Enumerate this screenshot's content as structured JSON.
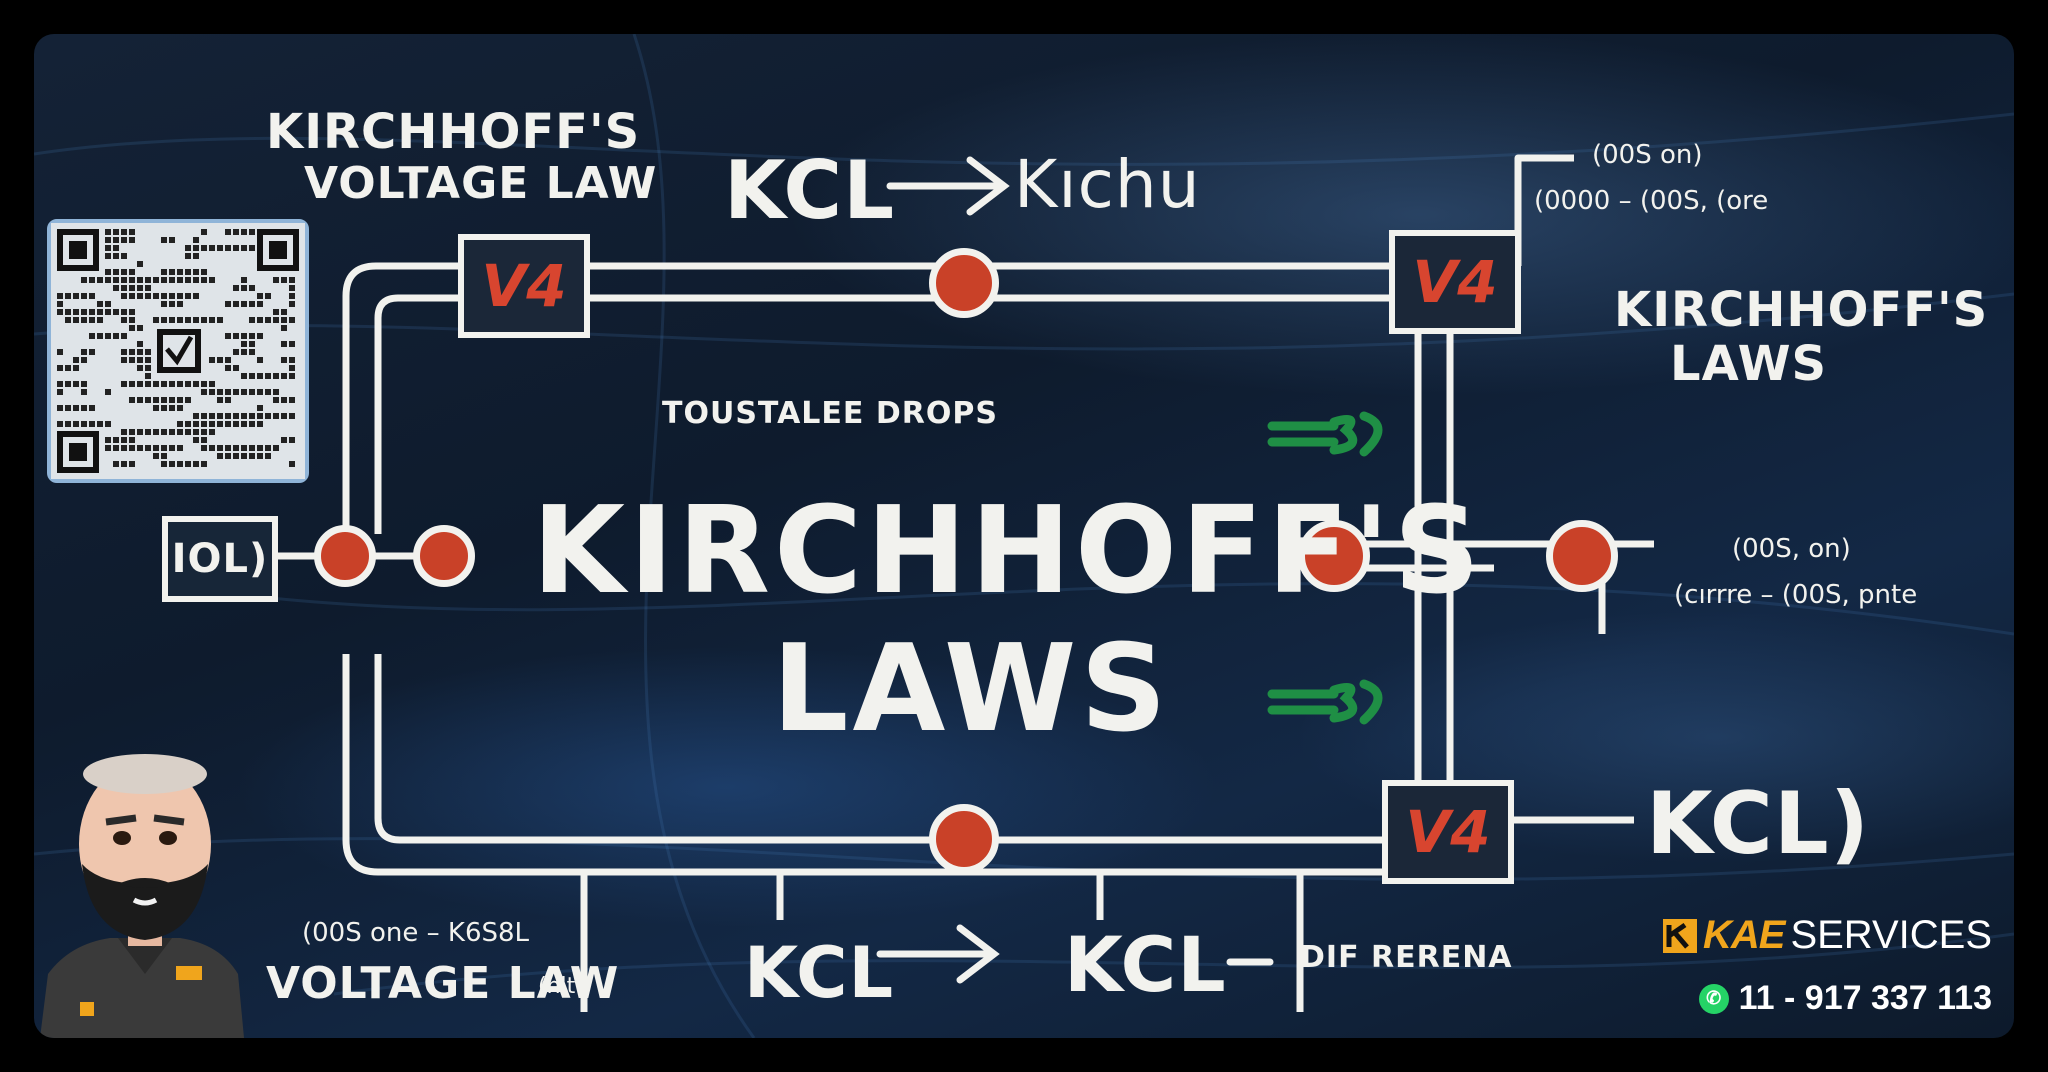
{
  "texts": {
    "tl_line1": "KIRCHHOFF'S",
    "tl_line2": "VOLTAGE LAW",
    "kcl_top": "KCL",
    "kcl_top_scribble": "Kıchu",
    "tr_note1": "(00S    on)",
    "tr_note2": "(0000 – (00S,  (ore",
    "right_title1": "KIRCHHOFF'S",
    "right_title2": "LAWS",
    "drops": "TOUSTALEE DROPS",
    "main_line1": "KIRCHHOFF'S",
    "main_line2": "LAWS",
    "left_box": "IOL)",
    "right_note1": "(00S,    on)",
    "right_note2": "(cırrre  – (00S,  pnte",
    "kcl_right": "KCL)",
    "bl_note": "(00S  one   – K6S8L",
    "bl_voltage": "VOLTAGE LAW",
    "bl_scribble": "(nlt",
    "kcl_bottom_a": "KCL",
    "kcl_bottom_b": "KCL",
    "diff": "DIF RERENA",
    "v_labels": [
      "V4",
      "V4",
      "V4"
    ]
  },
  "brand": {
    "kae": "KAE",
    "services": "SERVICES",
    "phone": "11 - 917 337 113"
  },
  "icons": {
    "qr": "qr-code-icon",
    "whatsapp": "whatsapp-icon",
    "logo": "kae-logo-icon"
  },
  "colors": {
    "node": "#c94128",
    "v_text": "#d8452f",
    "green": "#1f8f45",
    "brand_orange": "#f0a51c"
  }
}
